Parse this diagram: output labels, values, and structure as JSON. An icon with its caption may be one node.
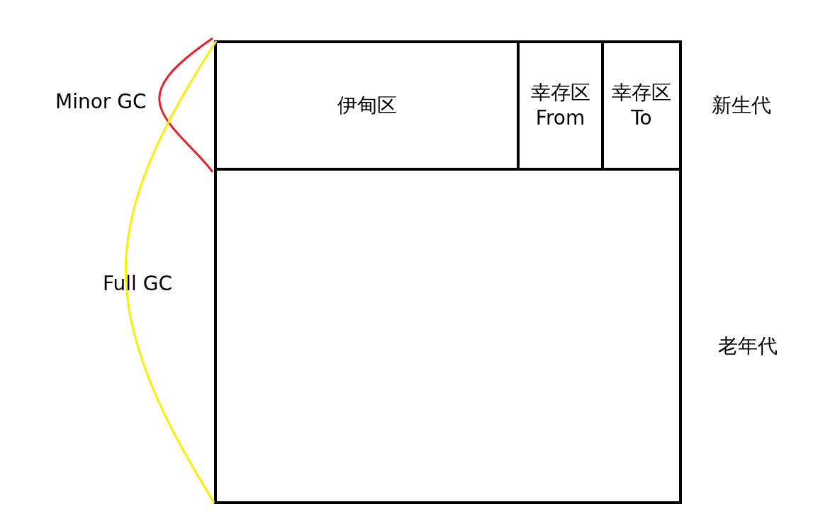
{
  "diagram": {
    "nodes": [
      {
        "text": [
          "伊甸区"
        ]
      },
      {
        "text": [
          "幸存区 From"
        ]
      },
      {
        "text": [
          "幸存区 To"
        ]
      },
      {
        "text": [],
        "shape": "box"
      }
    ],
    "labels": [
      "Minor GC",
      "新生代",
      "Full GC",
      "老年代"
    ]
  }
}
